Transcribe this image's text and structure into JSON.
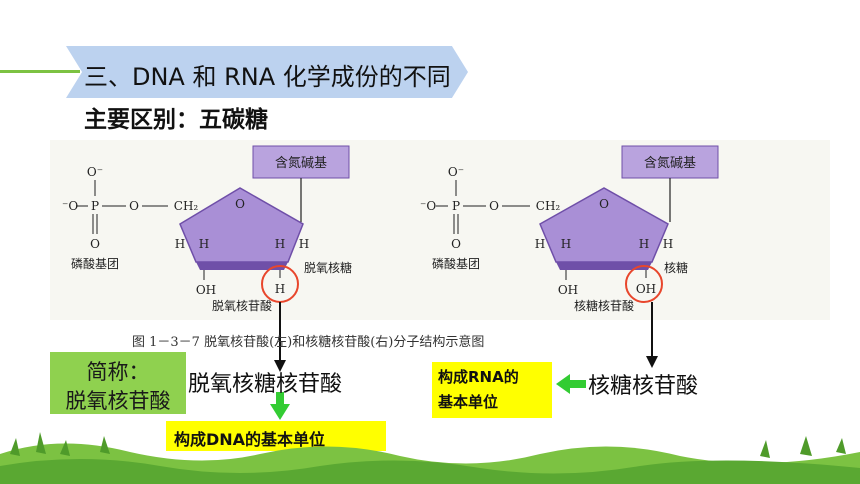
{
  "header": {
    "title": "三、DNA 和 RNA 化学成份的不同",
    "subtitle": "主要区别：五碳糖"
  },
  "figure": {
    "caption": "图 1－3－7   脱氧核苷酸(左)和核糖核苷酸(右)分子结构示意图",
    "left": {
      "base_label": "含氮碱基",
      "phosphate_label": "磷酸基团",
      "sugar_label": "脱氧核糖",
      "nucleotide_label": "脱氧核苷酸",
      "atoms": {
        "o_minus": "O⁻",
        "p": "P",
        "o_left": "⁻O",
        "o_bridge": "O",
        "ch2": "CH₂",
        "o_ring": "O",
        "o_double": "O",
        "h1": "H",
        "h2": "H",
        "h3": "H",
        "h4": "H",
        "oh": "OH",
        "h_circled": "H"
      }
    },
    "right": {
      "base_label": "含氮碱基",
      "phosphate_label": "磷酸基团",
      "sugar_label": "核糖",
      "nucleotide_label": "核糖核苷酸",
      "atoms": {
        "o_minus": "O⁻",
        "p": "P",
        "o_left": "⁻O",
        "o_bridge": "O",
        "ch2": "CH₂",
        "o_ring": "O",
        "o_double": "O",
        "h1": "H",
        "h2": "H",
        "h3": "H",
        "h4": "H",
        "oh": "OH",
        "oh_circled": "OH"
      }
    }
  },
  "annotations": {
    "short_name_line1": "简称：",
    "short_name_line2": "脱氧核苷酸",
    "deoxy_full": "脱氧核糖核苷酸",
    "dna_unit": "构成DNA的基本单位",
    "rna_unit_line1": "构成RNA的",
    "rna_unit_line2": "基本单位",
    "ribo_full": "核糖核苷酸"
  },
  "colors": {
    "banner": "#bcd2ef",
    "ring": "#a98fd6",
    "ring_shadow": "#6f4fa8",
    "base_box": "#b9a3de",
    "circle": "#e8462c",
    "green_box": "#8fd14f",
    "yellow_box": "#ffff00",
    "arrow_green": "#33cc33"
  }
}
